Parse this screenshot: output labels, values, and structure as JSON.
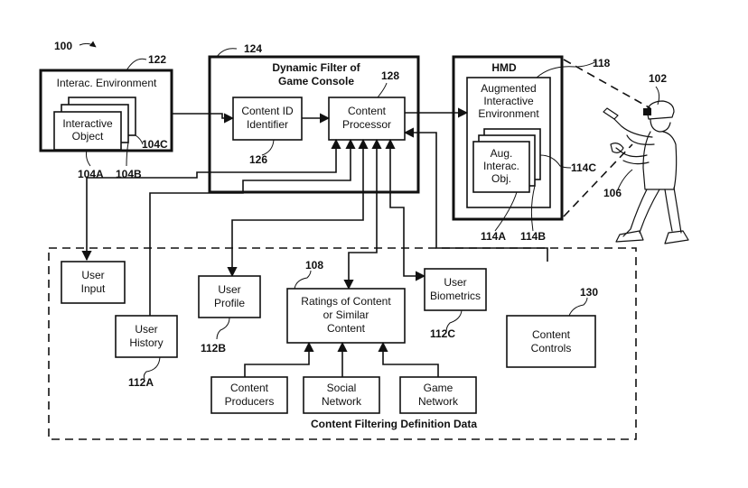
{
  "figure": {
    "ref": "100",
    "interactive_environment": {
      "ref": "122",
      "title": "Interac. Environment",
      "object_line1": "Interactive",
      "object_line2": "Object",
      "object_refs": [
        "104A",
        "104B",
        "104C"
      ]
    },
    "dynamic_filter": {
      "ref": "124",
      "title_line1": "Dynamic Filter of",
      "title_line2": "Game Console",
      "content_id": {
        "ref": "126",
        "line1": "Content ID",
        "line2": "Identifier"
      },
      "content_processor": {
        "ref": "128",
        "line1": "Content",
        "line2": "Processor"
      }
    },
    "hmd": {
      "title": "HMD",
      "aug_env": {
        "ref": "118",
        "line1": "Augmented",
        "line2": "Interactive",
        "line3": "Environment"
      },
      "aug_obj": {
        "line1": "Aug.",
        "line2": "Interac.",
        "line3": "Obj.",
        "refs": [
          "114A",
          "114B",
          "114C"
        ]
      }
    },
    "user": {
      "ref": "102",
      "controller_ref": "106"
    },
    "filtering": {
      "title": "Content Filtering Definition Data",
      "user_input": {
        "line1": "User",
        "line2": "Input"
      },
      "user_history": {
        "ref": "112A",
        "line1": "User",
        "line2": "History"
      },
      "user_profile": {
        "ref": "112B",
        "line1": "User",
        "line2": "Profile"
      },
      "ratings": {
        "ref": "108",
        "line1": "Ratings of Content",
        "line2": "or Similar",
        "line3": "Content"
      },
      "user_biometrics": {
        "ref": "112C",
        "line1": "User",
        "line2": "Biometrics"
      },
      "content_controls": {
        "ref": "130",
        "line1": "Content",
        "line2": "Controls"
      },
      "content_producers": {
        "line1": "Content",
        "line2": "Producers"
      },
      "social_network": {
        "line1": "Social",
        "line2": "Network"
      },
      "game_network": {
        "line1": "Game",
        "line2": "Network"
      }
    }
  }
}
